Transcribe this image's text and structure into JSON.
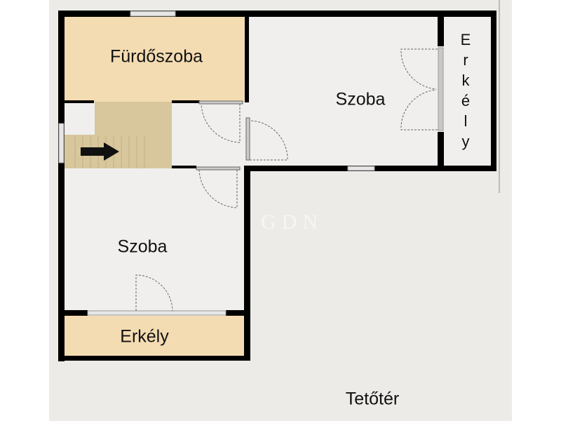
{
  "rooms": {
    "bathroom": "Fürdőszoba",
    "room_upper": "Szoba",
    "balcony_right_letters": [
      "E",
      "r",
      "k",
      "é",
      "l",
      "y"
    ],
    "room_lower": "Szoba",
    "balcony_lower": "Erkély"
  },
  "floor_label": "Tetőtér",
  "watermark": "GDN",
  "colors": {
    "wall": "#000000",
    "tan": "#f4dcb2",
    "stairs": "#d8c79c",
    "floor": "#f0efed",
    "background": "#ecebe8"
  }
}
